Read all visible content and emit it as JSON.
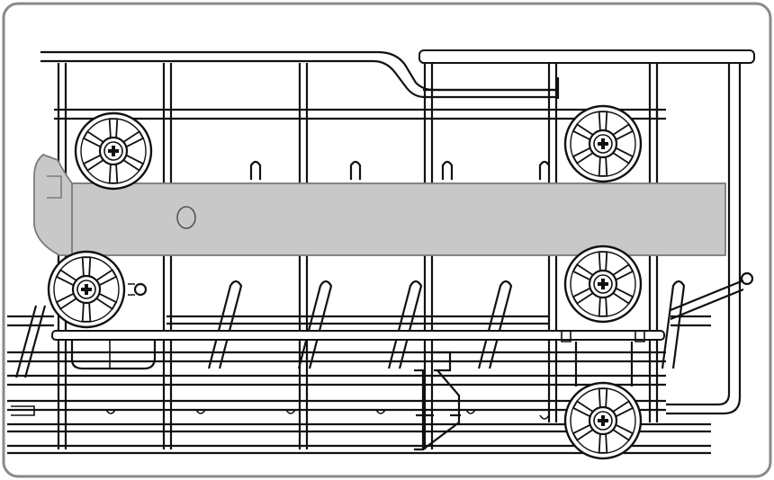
{
  "figure": {
    "subject": "dishwasher-lower-rack-side-view",
    "colors": {
      "frame_border": "#8a8a8a",
      "line": "#111111",
      "background": "#ffffff",
      "rail": "#c8c8c8",
      "rail_stroke": "#7a7a7a"
    },
    "wheel_count": 5,
    "highlighted_part": "rail-strip"
  }
}
